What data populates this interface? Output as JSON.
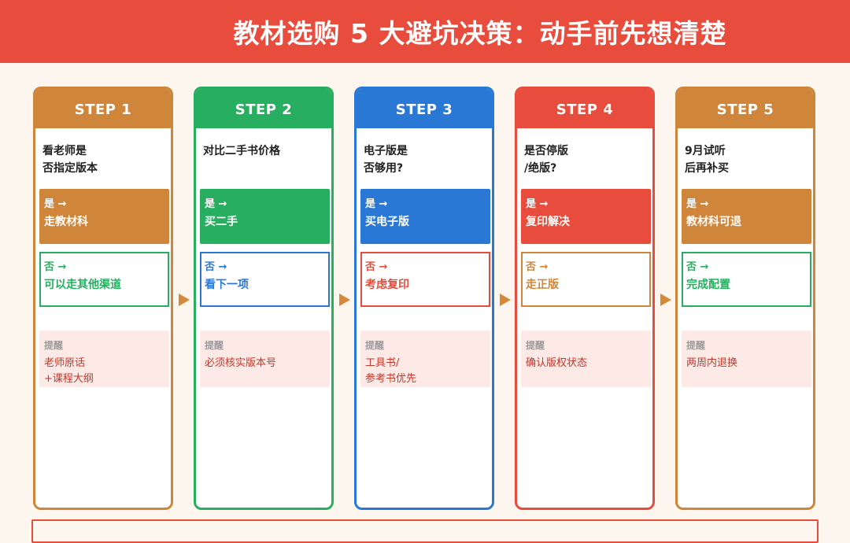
{
  "header": {
    "title": "教材选购 5 大避坑决策：动手前先想清楚"
  },
  "colors": {
    "header_bg": "#e74c3c",
    "page_bg": "#fcf6ee",
    "arrow": "#d48a3a",
    "tip_bg": "#fde9e6",
    "tip_text": "#c0392b",
    "tip_label": "#9c9c9c"
  },
  "steps": [
    {
      "label": "STEP 1",
      "color": "#cf853a",
      "question": [
        "看老师是",
        "否指定版本"
      ],
      "yes": {
        "tag": "是 →",
        "text": "走教材科",
        "color": "#cf853a"
      },
      "no": {
        "tag": "否 →",
        "text": "可以走其他渠道",
        "color": "#27ae60"
      },
      "tip": {
        "label": "提醒",
        "lines": [
          "老师原话",
          "+课程大纲"
        ]
      }
    },
    {
      "label": "STEP 2",
      "color": "#27ae60",
      "question": [
        "对比二手书价格"
      ],
      "yes": {
        "tag": "是 →",
        "text": "买二手",
        "color": "#27ae60"
      },
      "no": {
        "tag": "否 →",
        "text": "看下一项",
        "color": "#2a78d6"
      },
      "tip": {
        "label": "提醒",
        "lines": [
          "必须核实版本号"
        ]
      }
    },
    {
      "label": "STEP 3",
      "color": "#2a78d6",
      "question": [
        "电子版是",
        "否够用?"
      ],
      "yes": {
        "tag": "是 →",
        "text": "买电子版",
        "color": "#2a78d6"
      },
      "no": {
        "tag": "否 →",
        "text": "考虑复印",
        "color": "#e74c3c"
      },
      "tip": {
        "label": "提醒",
        "lines": [
          "工具书/",
          "参考书优先"
        ]
      }
    },
    {
      "label": "STEP 4",
      "color": "#e74c3c",
      "question": [
        "是否停版",
        "/绝版?"
      ],
      "yes": {
        "tag": "是 →",
        "text": "复印解决",
        "color": "#e74c3c"
      },
      "no": {
        "tag": "否 →",
        "text": "走正版",
        "color": "#cf853a"
      },
      "tip": {
        "label": "提醒",
        "lines": [
          "确认版权状态"
        ]
      }
    },
    {
      "label": "STEP 5",
      "color": "#cf853a",
      "question": [
        "9月试听",
        "后再补买"
      ],
      "yes": {
        "tag": "是 →",
        "text": "教材科可退",
        "color": "#cf853a"
      },
      "no": {
        "tag": "否 →",
        "text": "完成配置",
        "color": "#27ae60"
      },
      "tip": {
        "label": "提醒",
        "lines": [
          "两周内退换"
        ]
      }
    }
  ]
}
